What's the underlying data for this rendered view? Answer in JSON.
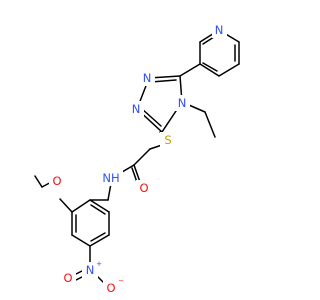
{
  "colors": {
    "carbon_bond": "#000000",
    "nitrogen": "#3050F8",
    "oxygen": "#FF0D0D",
    "sulfur": "#C8A000",
    "background": "#FFFFFF"
  },
  "atoms": {
    "n_pyridine": "N",
    "n_triazole_1": "N",
    "n_triazole_2": "N",
    "n_triazole_4": "N",
    "s_thioether": "S",
    "o_carbonyl": "O",
    "nh_amide": "NH",
    "o_methoxy": "O",
    "n_nitro": "N",
    "n_nitro_charge": "+",
    "o_nitro_1": "O",
    "o_nitro_2": "O",
    "o_nitro_2_charge": "−"
  }
}
